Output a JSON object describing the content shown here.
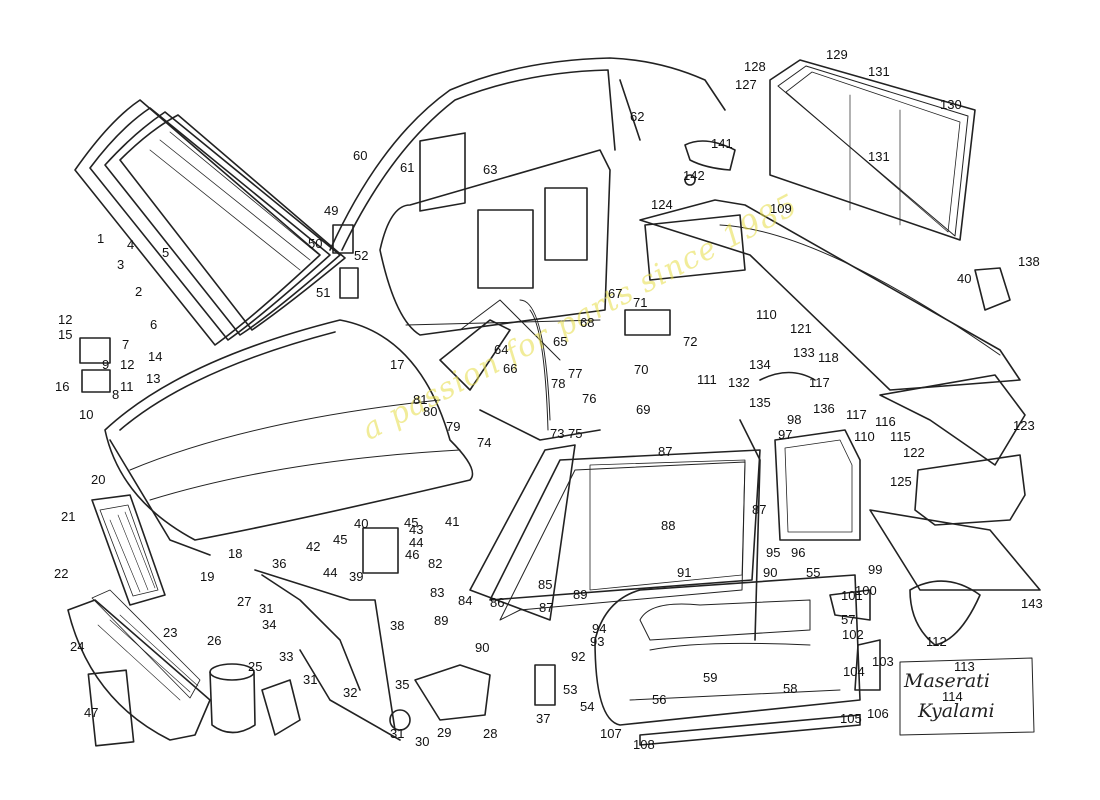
{
  "watermark": "a passion for parts since 1985",
  "brand_script_1": "Maserati",
  "brand_script_2": "Kyalami",
  "callouts": [
    "1",
    "2",
    "3",
    "4",
    "5",
    "6",
    "7",
    "8",
    "9",
    "10",
    "11",
    "12",
    "12",
    "13",
    "14",
    "15",
    "16",
    "17",
    "18",
    "19",
    "20",
    "21",
    "22",
    "23",
    "24",
    "25",
    "26",
    "27",
    "28",
    "29",
    "30",
    "31",
    "31",
    "31",
    "32",
    "33",
    "34",
    "35",
    "36",
    "37",
    "38",
    "39",
    "40",
    "40",
    "41",
    "42",
    "43",
    "44",
    "44",
    "45",
    "45",
    "46",
    "47",
    "49",
    "50",
    "51",
    "52",
    "53",
    "54",
    "55",
    "56",
    "57",
    "58",
    "59",
    "60",
    "61",
    "62",
    "63",
    "64",
    "65",
    "66",
    "67",
    "68",
    "69",
    "70",
    "71",
    "72",
    "73",
    "74",
    "75",
    "76",
    "77",
    "78",
    "79",
    "80",
    "81",
    "82",
    "83",
    "84",
    "85",
    "86",
    "87",
    "87",
    "87",
    "88",
    "89",
    "89",
    "90",
    "90",
    "91",
    "92",
    "93",
    "94",
    "95",
    "96",
    "97",
    "98",
    "99",
    "100",
    "101",
    "102",
    "103",
    "104",
    "105",
    "106",
    "107",
    "108",
    "109",
    "110",
    "110",
    "111",
    "112",
    "113",
    "114",
    "115",
    "116",
    "117",
    "117",
    "118",
    "121",
    "122",
    "123",
    "124",
    "125",
    "127",
    "128",
    "129",
    "130",
    "131",
    "131",
    "132",
    "133",
    "134",
    "135",
    "136",
    "138",
    "141",
    "142",
    "143"
  ]
}
